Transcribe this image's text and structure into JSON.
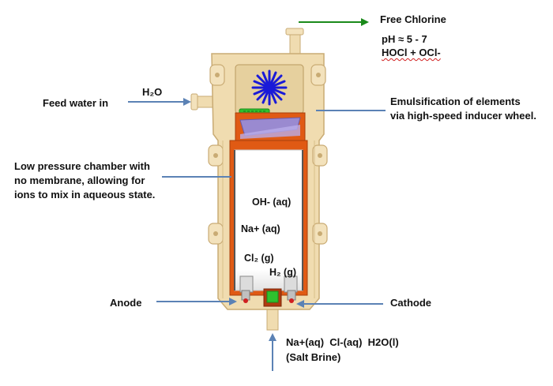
{
  "labels": {
    "free_chlorine": "Free Chlorine",
    "ph": "pH ≈ 5 - 7",
    "hocl": "HOCl + OCl-",
    "h2o": "H₂O",
    "feed_water": "Feed water in",
    "emulsification_1": "Emulsification of elements",
    "emulsification_2": "via high-speed inducer wheel.",
    "chamber_1": "Low pressure chamber with",
    "chamber_2": "no membrane, allowing for",
    "chamber_3": "ions to mix in aqueous state.",
    "oh": "OH- (aq)",
    "na": "Na+ (aq)",
    "cl2": "Cl₂ (g)",
    "h2": "H₂ (g)",
    "anode": "Anode",
    "cathode": "Cathode",
    "brine_1": "Na+(aq)  Cl-(aq)  H2O(l)",
    "brine_2": "(Salt Brine)"
  },
  "colors": {
    "housing": "#f0dcb0",
    "housing_edge": "#c9ab74",
    "chamber_wall": "#e05a14",
    "inducer_wheel": "#1a1ad8",
    "green_part": "#2ec12e",
    "arrow_blue": "#5b82b5",
    "arrow_green": "#1a8a1a",
    "violet_plate": "#9a8ad0"
  }
}
